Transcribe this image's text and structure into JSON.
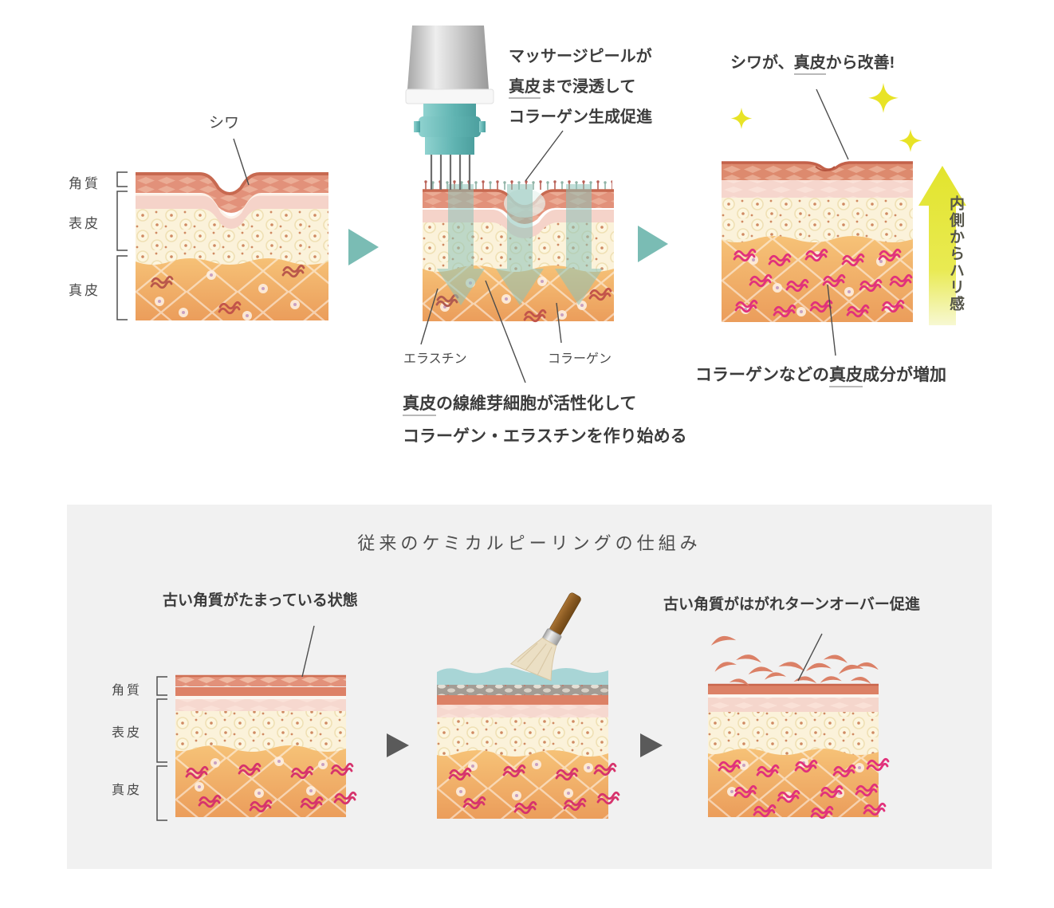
{
  "top_flow": {
    "before": {
      "wrinkle_label": "シワ",
      "layer_labels": {
        "corneum": "角質",
        "epidermis": "表皮",
        "dermis": "真皮"
      }
    },
    "during": {
      "caption": {
        "line1": "マッサージピールが",
        "line2_u": "真皮",
        "line2_rest": "まで浸透して",
        "line3": "コラーゲン生成促進"
      },
      "elastin_label": "エラスチン",
      "collagen_label": "コラーゲン",
      "result": {
        "line1_u": "真皮",
        "line1_rest": "の線維芽細胞が活性化して",
        "line2": "コラーゲン・エラスチンを作り始める"
      }
    },
    "after": {
      "caption": {
        "pre": "シワが、",
        "u": "真皮",
        "post": "から改善!"
      },
      "arrow_text": "内側からハリ感",
      "growth": {
        "pre": "コラーゲンなどの",
        "u": "真皮",
        "post": "成分が増加"
      }
    }
  },
  "bottom_flow": {
    "title": "従来のケミカルピーリングの仕組み",
    "before_caption": "古い角質がたまっている状態",
    "after_caption": "古い角質がはがれターンオーバー促進",
    "layer_labels": {
      "corneum": "角質",
      "epidermis": "表皮",
      "dermis": "真皮"
    }
  },
  "icons": {
    "flow-arrow-teal": "right-triangle",
    "flow-arrow-gray": "right-triangle",
    "firmness-up-arrow": "block-arrow-up",
    "sparkle": "four-point-star",
    "treatment-device": "microneedle-applicator",
    "peeling-brush": "brush-applying-solution"
  },
  "colors": {
    "flow_arrow_teal": "#7abcb4",
    "flow_arrow_gray": "#5a5a5a",
    "firmness_arrow_yellow": "#e5e733",
    "sparkle_yellow": "#e8e326",
    "panel_background": "#f1f1f1",
    "text": "#3c3c3c",
    "skin_corneum_salmon": "#dd8166",
    "skin_dermis_orange": "#eea45f",
    "collagen_magenta": "#e1317b",
    "peel_liquid_blue": "#a8d5d6"
  }
}
